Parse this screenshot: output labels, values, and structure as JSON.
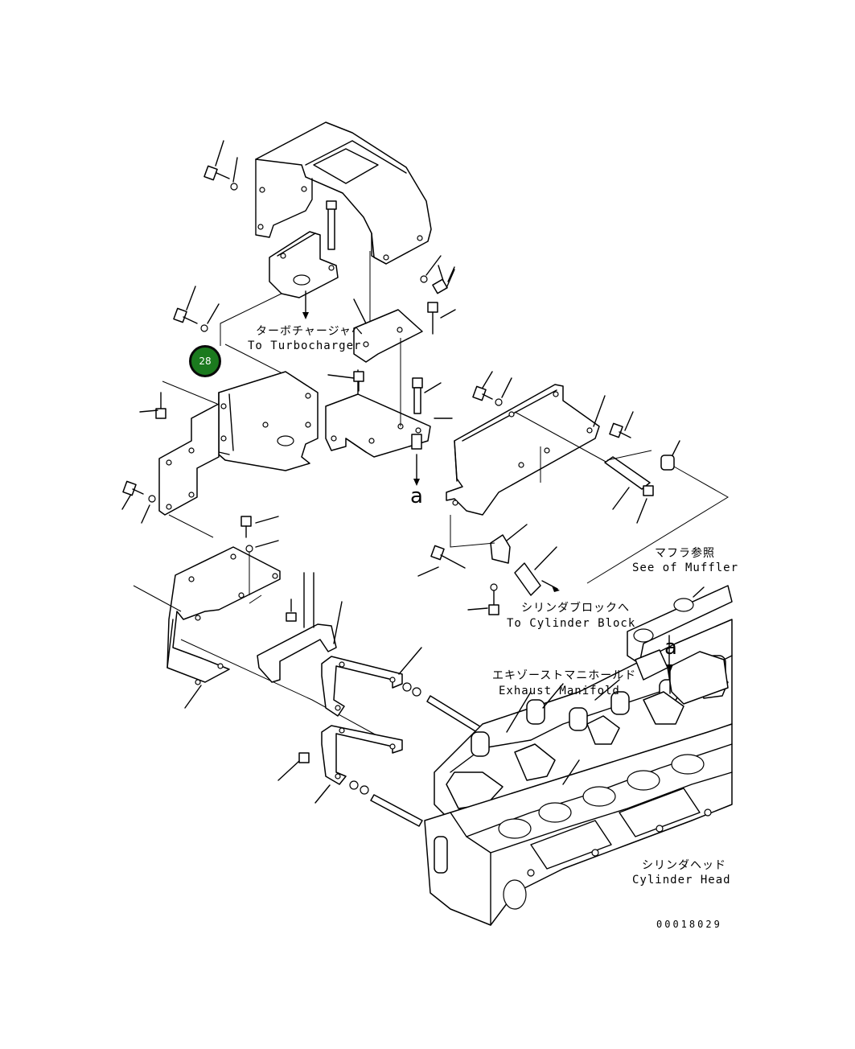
{
  "callout": {
    "number": "28"
  },
  "labels": {
    "turbo_jp": "ターボチャージャへ",
    "turbo_en": "To Turbocharger",
    "muffler_jp": "マフラ参照",
    "muffler_en": "See of Muffler",
    "cylblock_jp": "シリンダブロックへ",
    "cylblock_en": "To Cylinder Block",
    "exhaust_jp": "エキゾーストマニホールド",
    "exhaust_en": "Exhaust Manifold",
    "cylhead_jp": "シリンダヘッド",
    "cylhead_en": "Cylinder Head"
  },
  "markers": {
    "a_upper": "a",
    "a_lower": "a"
  },
  "figure_code": "00018029",
  "colors": {
    "callout_fill": "#1b7a1e",
    "line": "#000000"
  }
}
